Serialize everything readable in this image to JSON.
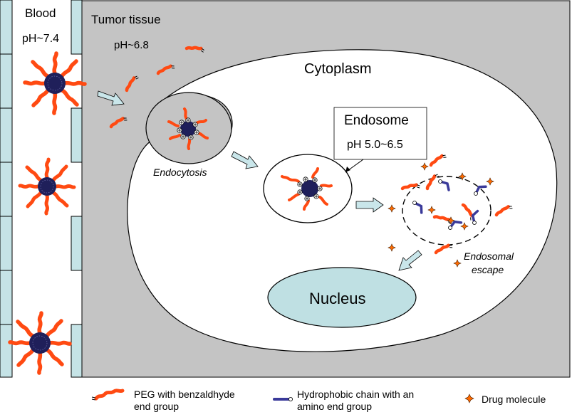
{
  "regions": {
    "blood": "Blood",
    "blood_ph": "pH~7.4",
    "tumor": "Tumor tissue",
    "tumor_ph": "pH~6.8",
    "cytoplasm": "Cytoplasm",
    "nucleus": "Nucleus"
  },
  "endosome_box": {
    "title": "Endosome",
    "ph": "pH 5.0~6.5"
  },
  "steps": {
    "endocytosis": "Endocytosis",
    "escape_line1": "Endosomal",
    "escape_line2": "escape"
  },
  "legend": {
    "peg": [
      "PEG with benzaldhyde",
      "end group"
    ],
    "chain": [
      "Hydrophobic chain with an",
      "amino end group"
    ],
    "drug": "Drug molecule"
  },
  "colors": {
    "peg": "#ff4a12",
    "core": "#1f1f5a",
    "chain": "#3a3a9a",
    "vessel": "#c5e3e6",
    "tissue": "#c4c4c4",
    "nucleus": "#bfe0e3",
    "arrow": "#c9e6ea",
    "drug": "#ff6a00"
  }
}
